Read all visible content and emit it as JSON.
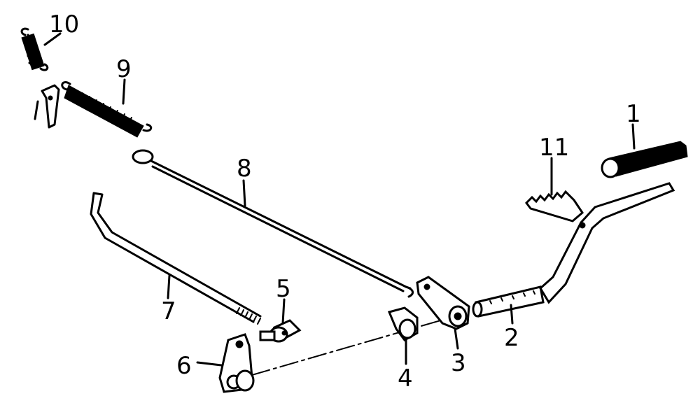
{
  "parts": [
    {
      "id": "part-1",
      "number": "1"
    },
    {
      "id": "part-2",
      "number": "2"
    },
    {
      "id": "part-3",
      "number": "3"
    },
    {
      "id": "part-4",
      "number": "4"
    },
    {
      "id": "part-5",
      "number": "5"
    },
    {
      "id": "part-6",
      "number": "6"
    },
    {
      "id": "part-7",
      "number": "7"
    },
    {
      "id": "part-8",
      "number": "8"
    },
    {
      "id": "part-9",
      "number": "9"
    },
    {
      "id": "part-10",
      "number": "10"
    },
    {
      "id": "part-11",
      "number": "11"
    }
  ],
  "colors": {
    "ink": "#000000",
    "paper": "#ffffff"
  }
}
